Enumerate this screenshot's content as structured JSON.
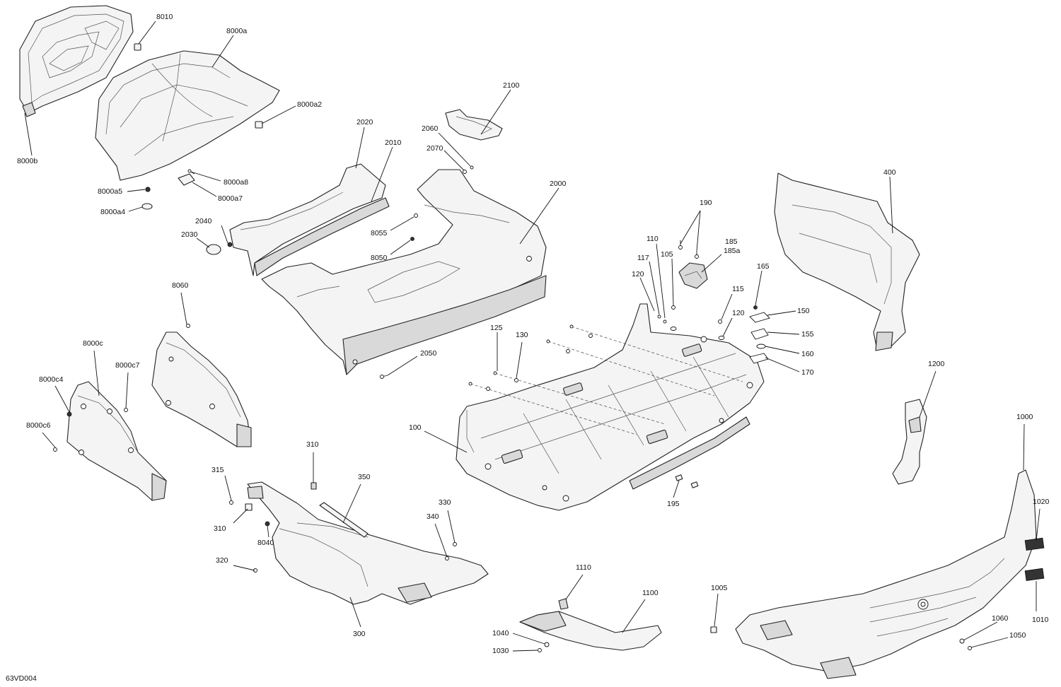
{
  "drawing": {
    "reference_code": "63VD004"
  },
  "callouts": [
    {
      "id": "8010",
      "label": "8010"
    },
    {
      "id": "8000a",
      "label": "8000a"
    },
    {
      "id": "8000a2",
      "label": "8000a2"
    },
    {
      "id": "8000b",
      "label": "8000b"
    },
    {
      "id": "8000a8",
      "label": "8000a8"
    },
    {
      "id": "8000a5",
      "label": "8000a5"
    },
    {
      "id": "8000a7",
      "label": "8000a7"
    },
    {
      "id": "8000a4",
      "label": "8000a4"
    },
    {
      "id": "2100",
      "label": "2100"
    },
    {
      "id": "2020",
      "label": "2020"
    },
    {
      "id": "2060",
      "label": "2060"
    },
    {
      "id": "2010",
      "label": "2010"
    },
    {
      "id": "2070",
      "label": "2070"
    },
    {
      "id": "2000",
      "label": "2000"
    },
    {
      "id": "2040",
      "label": "2040"
    },
    {
      "id": "2030",
      "label": "2030"
    },
    {
      "id": "8055",
      "label": "8055"
    },
    {
      "id": "8050",
      "label": "8050"
    },
    {
      "id": "400",
      "label": "400"
    },
    {
      "id": "190",
      "label": "190"
    },
    {
      "id": "185",
      "label": "185"
    },
    {
      "id": "185a",
      "label": "185a"
    },
    {
      "id": "110",
      "label": "110"
    },
    {
      "id": "117",
      "label": "117"
    },
    {
      "id": "105",
      "label": "105"
    },
    {
      "id": "120a",
      "label": "120"
    },
    {
      "id": "165",
      "label": "165"
    },
    {
      "id": "115",
      "label": "115"
    },
    {
      "id": "120b",
      "label": "120"
    },
    {
      "id": "150",
      "label": "150"
    },
    {
      "id": "155",
      "label": "155"
    },
    {
      "id": "160",
      "label": "160"
    },
    {
      "id": "170",
      "label": "170"
    },
    {
      "id": "8060",
      "label": "8060"
    },
    {
      "id": "125",
      "label": "125"
    },
    {
      "id": "130",
      "label": "130"
    },
    {
      "id": "2050",
      "label": "2050"
    },
    {
      "id": "8000c",
      "label": "8000c"
    },
    {
      "id": "8000c7",
      "label": "8000c7"
    },
    {
      "id": "8000c4",
      "label": "8000c4"
    },
    {
      "id": "8000c6",
      "label": "8000c6"
    },
    {
      "id": "1200",
      "label": "1200"
    },
    {
      "id": "100",
      "label": "100"
    },
    {
      "id": "1000",
      "label": "1000"
    },
    {
      "id": "310a",
      "label": "310"
    },
    {
      "id": "315",
      "label": "315"
    },
    {
      "id": "350",
      "label": "350"
    },
    {
      "id": "195",
      "label": "195"
    },
    {
      "id": "310b",
      "label": "310"
    },
    {
      "id": "330",
      "label": "330"
    },
    {
      "id": "340",
      "label": "340"
    },
    {
      "id": "8040",
      "label": "8040"
    },
    {
      "id": "1020",
      "label": "1020"
    },
    {
      "id": "320",
      "label": "320"
    },
    {
      "id": "1110",
      "label": "1110"
    },
    {
      "id": "1100",
      "label": "1100"
    },
    {
      "id": "1005",
      "label": "1005"
    },
    {
      "id": "300",
      "label": "300"
    },
    {
      "id": "1010",
      "label": "1010"
    },
    {
      "id": "1060",
      "label": "1060"
    },
    {
      "id": "1040",
      "label": "1040"
    },
    {
      "id": "1050",
      "label": "1050"
    },
    {
      "id": "1030",
      "label": "1030"
    }
  ]
}
